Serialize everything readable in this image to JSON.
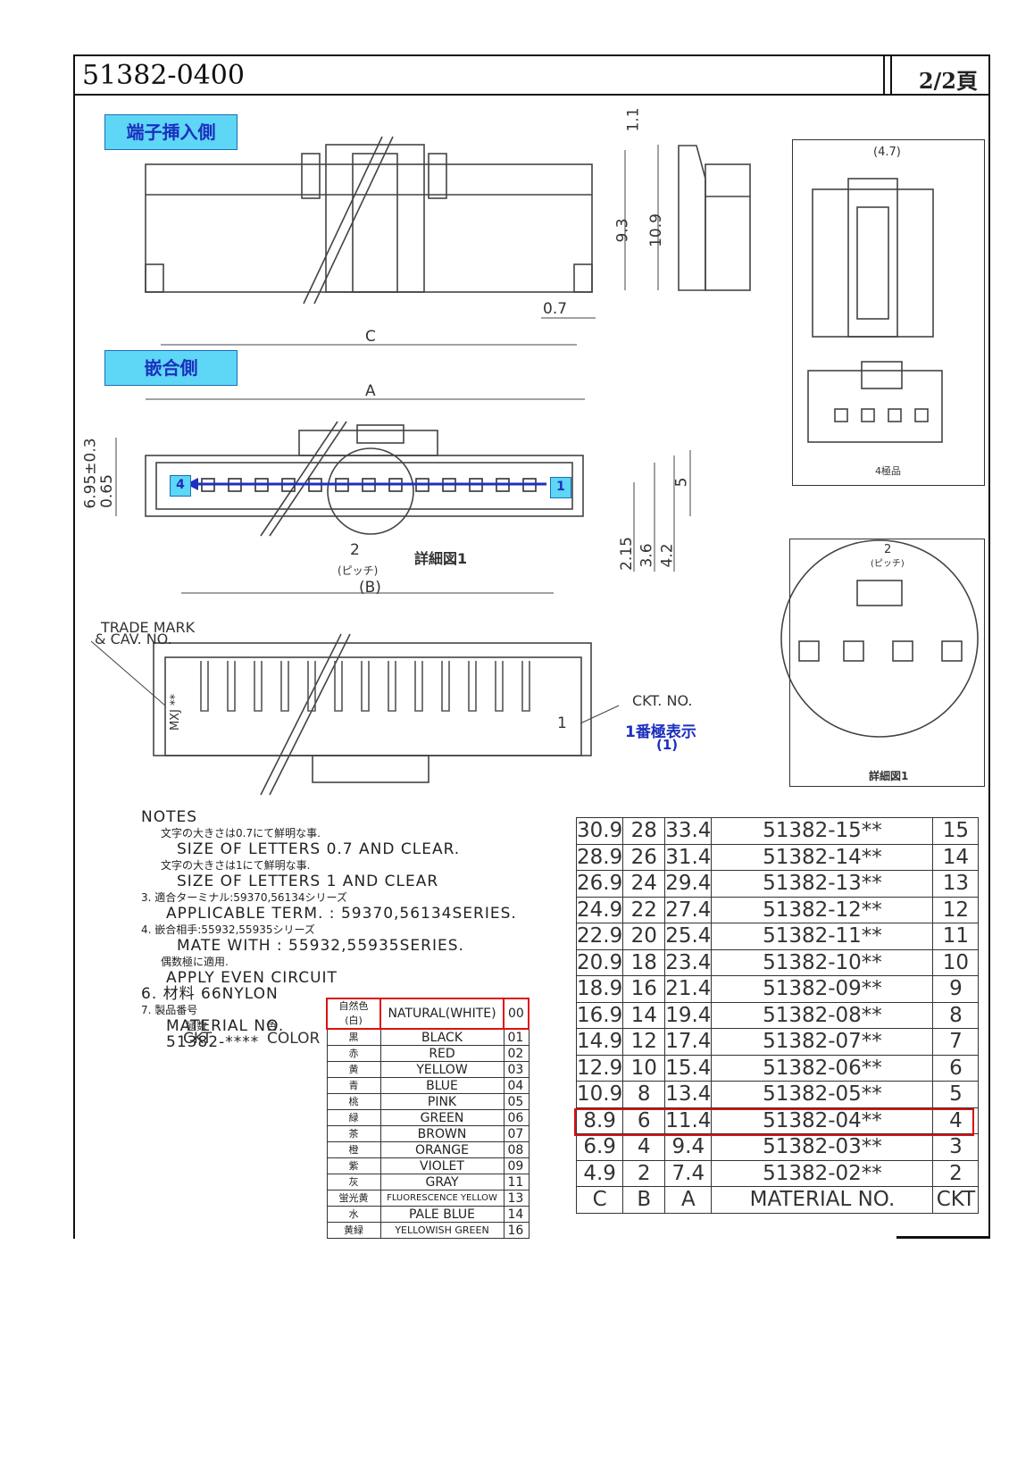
{
  "header": {
    "part_number": "51382-0400",
    "page": "2/2頁"
  },
  "views": {
    "insert_side_label": "端子挿入側",
    "mating_side_label": "嵌合側",
    "pin1_label": "1",
    "pin4_label": "4",
    "detail_label": "詳細図1",
    "detail_label_small": "詳細図1",
    "pitch_label": "(ピッチ)",
    "cav_label": "4極品",
    "trade_mark": "TRADE MARK",
    "cav_no": "& CAV. NO.",
    "ckt_no": "CKT. NO.",
    "pin1_indicator": "1番極表示",
    "pin1_indicator_sub": "(1)",
    "mxj_mark": "MXJ **",
    "mark_1": "1"
  },
  "dimensions": {
    "d_1_1": "1.1",
    "d_9_3": "9.3",
    "d_10_9": "10.9",
    "d_0_7": "0.7",
    "d_C": "C",
    "d_A": "A",
    "d_B": "(B)",
    "d_2": "2",
    "d_6_95": "6.95±0.3",
    "d_0_65": "0.65",
    "d_5": "5",
    "d_2_15": "2.15",
    "d_3_6": "3.6",
    "d_4_2": "4.2",
    "d_4_7": "(4.7)",
    "d_2_detail": "2",
    "d_pitch_detail": "(ピッチ)"
  },
  "notes": {
    "heading": "NOTES",
    "n1_jp": "文字の大きさは0.7にて鮮明な事.",
    "n1_en": "SIZE OF LETTERS 0.7 AND CLEAR.",
    "n2_jp": "文字の大きさは1にて鮮明な事.",
    "n2_en": "SIZE OF LETTERS 1 AND CLEAR",
    "n3_jp": "3. 適合ターミナル:59370,56134シリーズ",
    "n3_en": "APPLICABLE TERM. : 59370,56134SERIES.",
    "n4_jp": "4. 嵌合相手:55932,55935シリーズ",
    "n4_en": "MATE WITH : 55932,55935SERIES.",
    "n5_jp": "偶数極に適用.",
    "n5_en": "APPLY EVEN CIRCUIT",
    "n6": "6. 材料 66NYLON",
    "n7_jp": "7. 製品番号",
    "n7_en": "MATERIAL NO.",
    "n7_code": "51382-****",
    "n7_ckt_jp": "極数",
    "n7_ckt": "CKT",
    "n7_color_jp": "色",
    "n7_color": "COLOR"
  },
  "color_table": [
    {
      "jp": "自然色(白)",
      "en": "NATURAL(WHITE)",
      "code": "00"
    },
    {
      "jp": "黒",
      "en": "BLACK",
      "code": "01"
    },
    {
      "jp": "赤",
      "en": "RED",
      "code": "02"
    },
    {
      "jp": "黄",
      "en": "YELLOW",
      "code": "03"
    },
    {
      "jp": "青",
      "en": "BLUE",
      "code": "04"
    },
    {
      "jp": "桃",
      "en": "PINK",
      "code": "05"
    },
    {
      "jp": "緑",
      "en": "GREEN",
      "code": "06"
    },
    {
      "jp": "茶",
      "en": "BROWN",
      "code": "07"
    },
    {
      "jp": "橙",
      "en": "ORANGE",
      "code": "08"
    },
    {
      "jp": "紫",
      "en": "VIOLET",
      "code": "09"
    },
    {
      "jp": "灰",
      "en": "GRAY",
      "code": "11"
    },
    {
      "jp": "蛍光黄",
      "en": "FLUORESCENCE YELLOW",
      "code": "13"
    },
    {
      "jp": "水",
      "en": "PALE BLUE",
      "code": "14"
    },
    {
      "jp": "黄緑",
      "en": "YELLOWISH GREEN",
      "code": "16"
    }
  ],
  "material_table": {
    "headers": {
      "c": "C",
      "b": "B",
      "a": "A",
      "m": "MATERIAL NO.",
      "k": "CKT"
    },
    "rows": [
      {
        "c": "30.9",
        "b": "28",
        "a": "33.4",
        "m": "51382-15**",
        "k": "15"
      },
      {
        "c": "28.9",
        "b": "26",
        "a": "31.4",
        "m": "51382-14**",
        "k": "14"
      },
      {
        "c": "26.9",
        "b": "24",
        "a": "29.4",
        "m": "51382-13**",
        "k": "13"
      },
      {
        "c": "24.9",
        "b": "22",
        "a": "27.4",
        "m": "51382-12**",
        "k": "12"
      },
      {
        "c": "22.9",
        "b": "20",
        "a": "25.4",
        "m": "51382-11**",
        "k": "11"
      },
      {
        "c": "20.9",
        "b": "18",
        "a": "23.4",
        "m": "51382-10**",
        "k": "10"
      },
      {
        "c": "18.9",
        "b": "16",
        "a": "21.4",
        "m": "51382-09**",
        "k": "9"
      },
      {
        "c": "16.9",
        "b": "14",
        "a": "19.4",
        "m": "51382-08**",
        "k": "8"
      },
      {
        "c": "14.9",
        "b": "12",
        "a": "17.4",
        "m": "51382-07**",
        "k": "7"
      },
      {
        "c": "12.9",
        "b": "10",
        "a": "15.4",
        "m": "51382-06**",
        "k": "6"
      },
      {
        "c": "10.9",
        "b": "8",
        "a": "13.4",
        "m": "51382-05**",
        "k": "5"
      },
      {
        "c": "8.9",
        "b": "6",
        "a": "11.4",
        "m": "51382-04**",
        "k": "4"
      },
      {
        "c": "6.9",
        "b": "4",
        "a": "9.4",
        "m": "51382-03**",
        "k": "3"
      },
      {
        "c": "4.9",
        "b": "2",
        "a": "7.4",
        "m": "51382-02**",
        "k": "2"
      }
    ],
    "highlighted_row_ckt": "4"
  },
  "colors": {
    "highlight": "#dd1111",
    "label_bg": "#5ed6f5",
    "label_text": "#1c2fbf"
  }
}
